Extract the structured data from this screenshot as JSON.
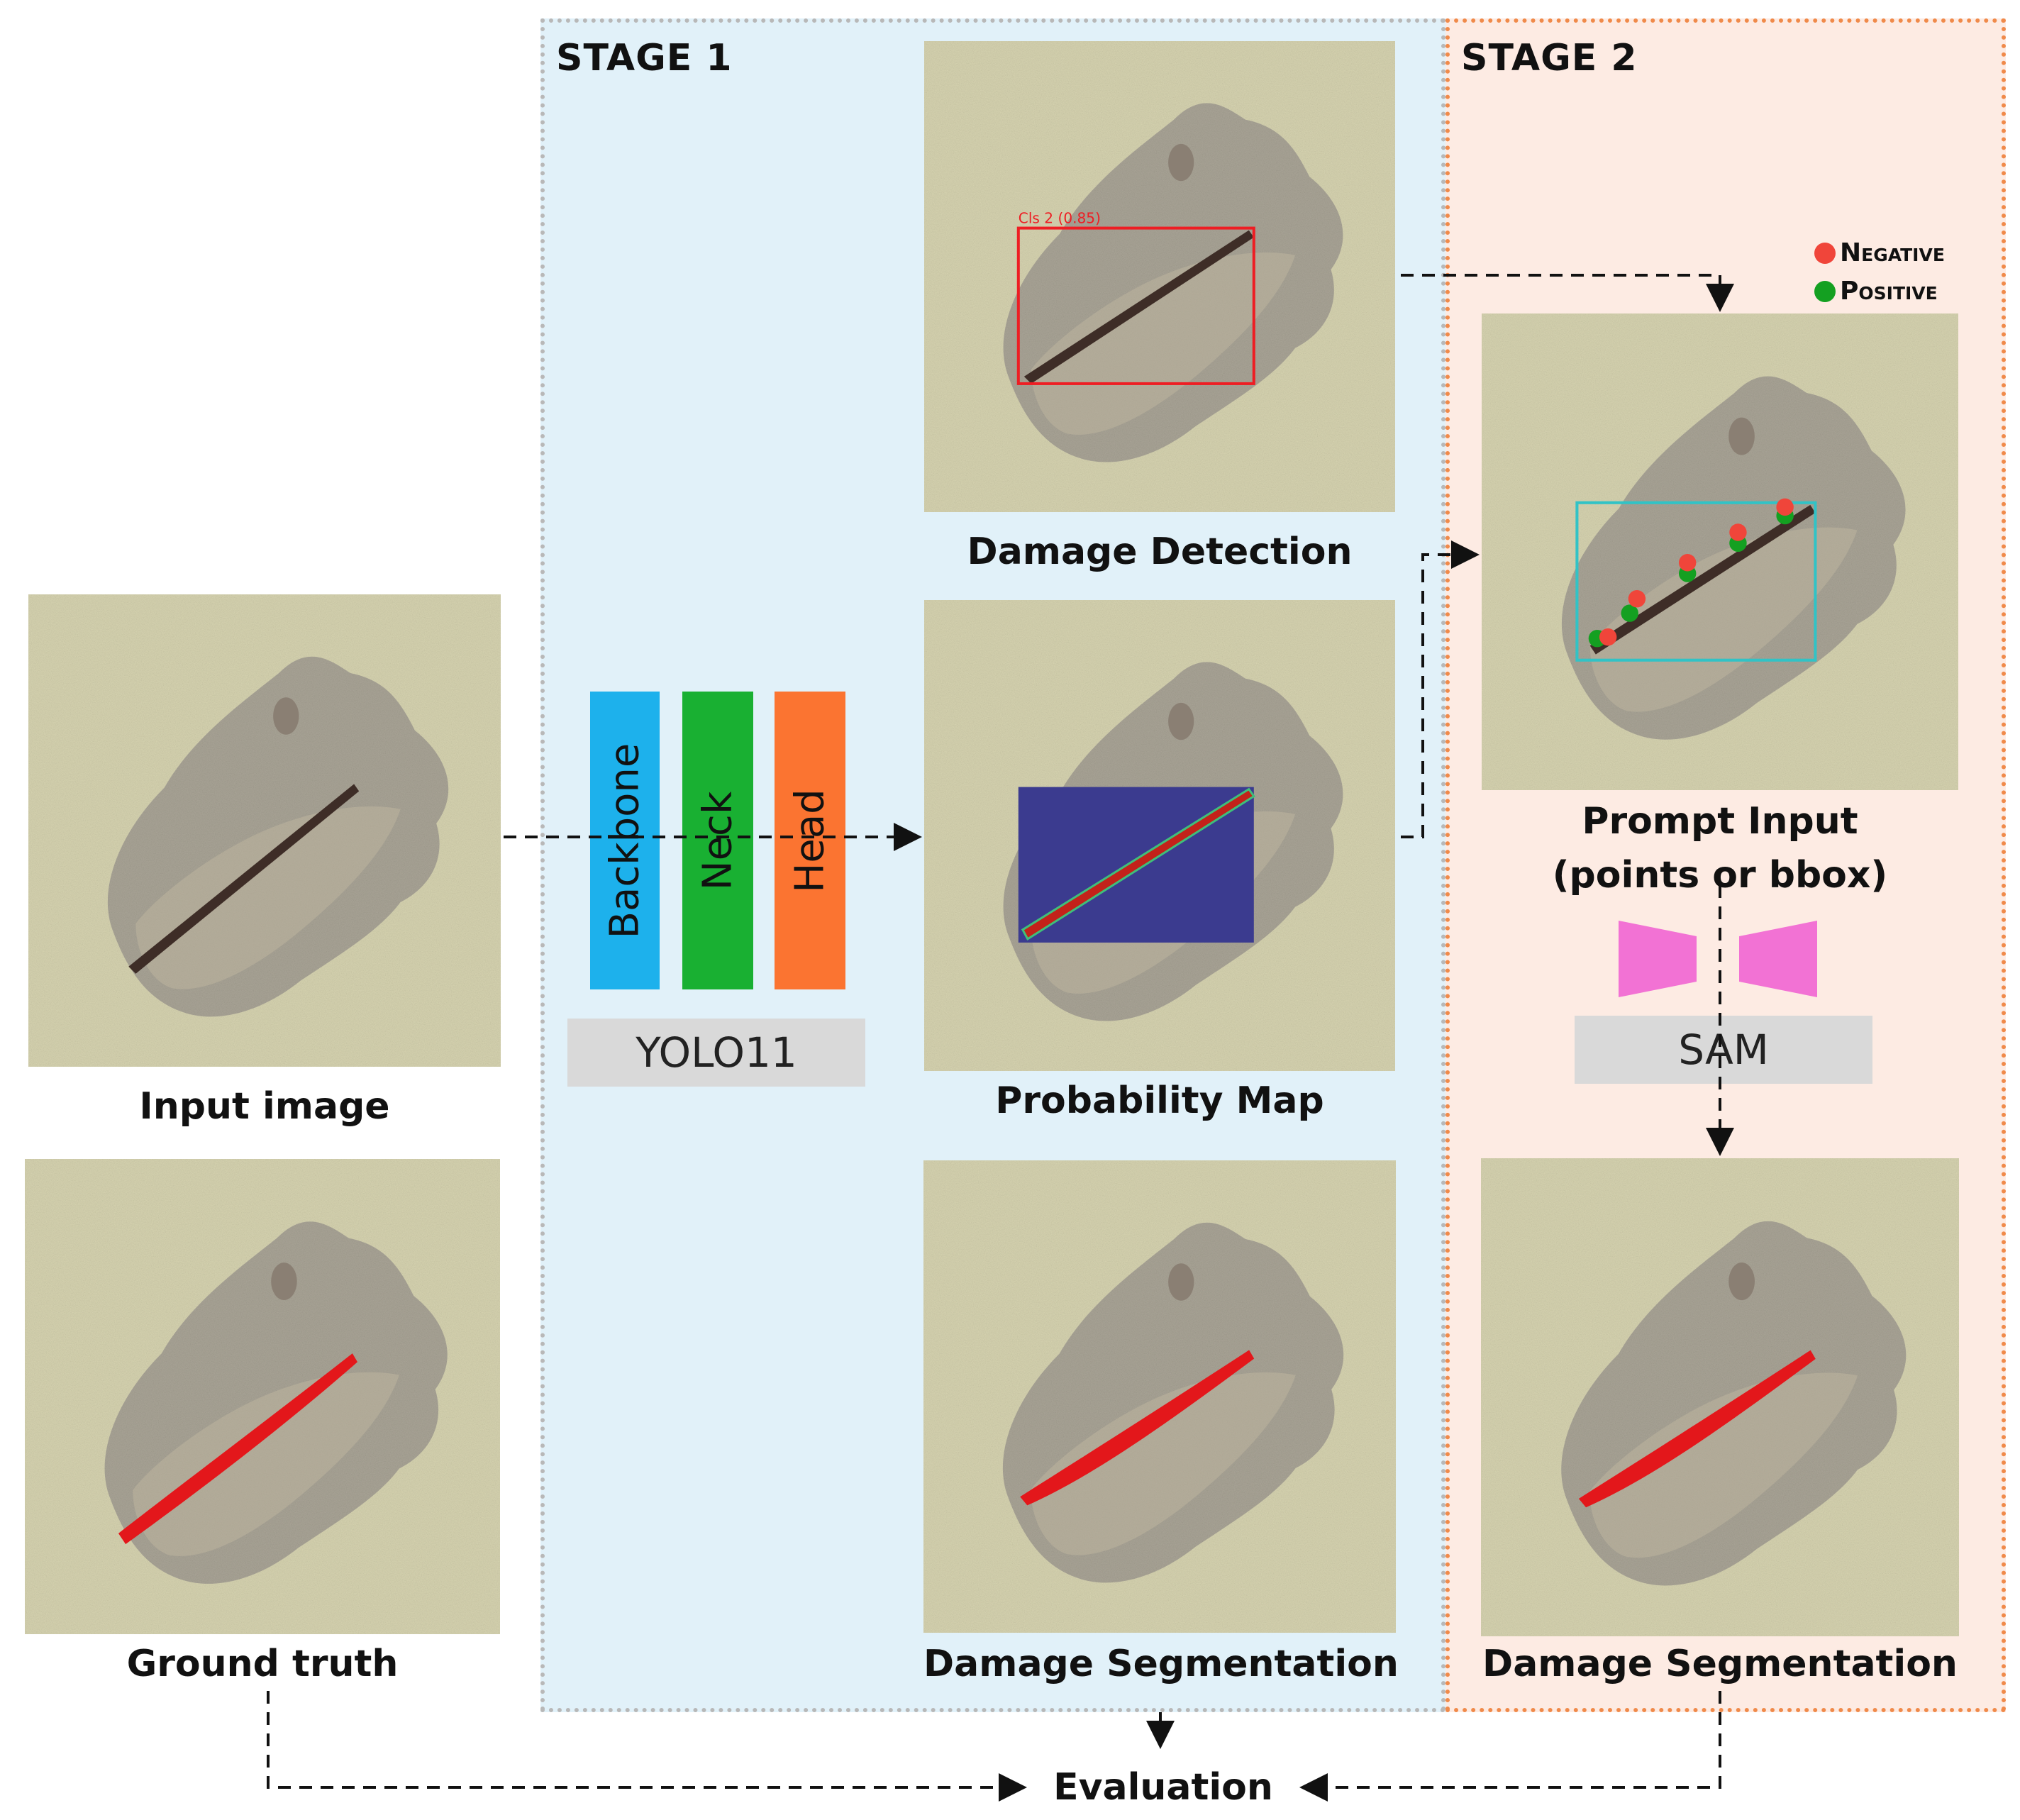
{
  "stage1": {
    "title": "STAGE 1"
  },
  "stage2": {
    "title": "STAGE 2"
  },
  "captions": {
    "input": "Input image",
    "ground_truth": "Ground truth",
    "detection": "Damage Detection",
    "probability": "Probability Map",
    "segmentation1": "Damage Segmentation",
    "prompt_line1": "Prompt Input",
    "prompt_line2": "(points or bbox)",
    "segmentation2": "Damage Segmentation",
    "evaluation": "Evaluation"
  },
  "detection_label": "Cls 2 (0.85)",
  "yolo": {
    "name": "YOLO11",
    "blocks": [
      {
        "label": "Backbone",
        "color": "#1db1ec"
      },
      {
        "label": "Neck",
        "color": "#19b032"
      },
      {
        "label": "Head",
        "color": "#fb7431"
      }
    ]
  },
  "sam": {
    "name": "SAM",
    "color": "#f272d4"
  },
  "legend": [
    {
      "label": "Negative",
      "color": "#f0453a"
    },
    {
      "label": "Positive",
      "color": "#14a021"
    }
  ],
  "colors": {
    "wall": "#d4d1ad",
    "patch": "#a7a193",
    "crack": "#3e2d27",
    "mask": "#e3171b",
    "bbox_detect": "#ee1d23",
    "bbox_prompt": "#31c3c6",
    "probmap": "#3b3b8f"
  }
}
